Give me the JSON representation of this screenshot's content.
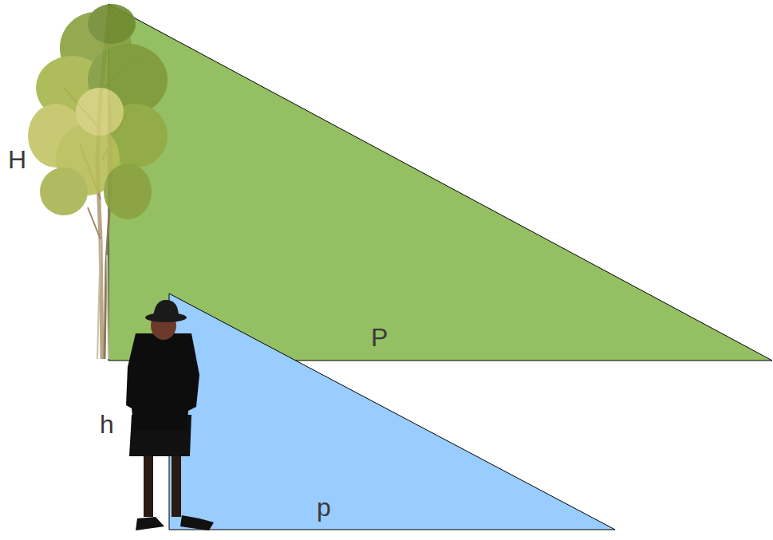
{
  "diagram": {
    "labels": [
      "H",
      "P",
      "h",
      "p"
    ]
  }
}
